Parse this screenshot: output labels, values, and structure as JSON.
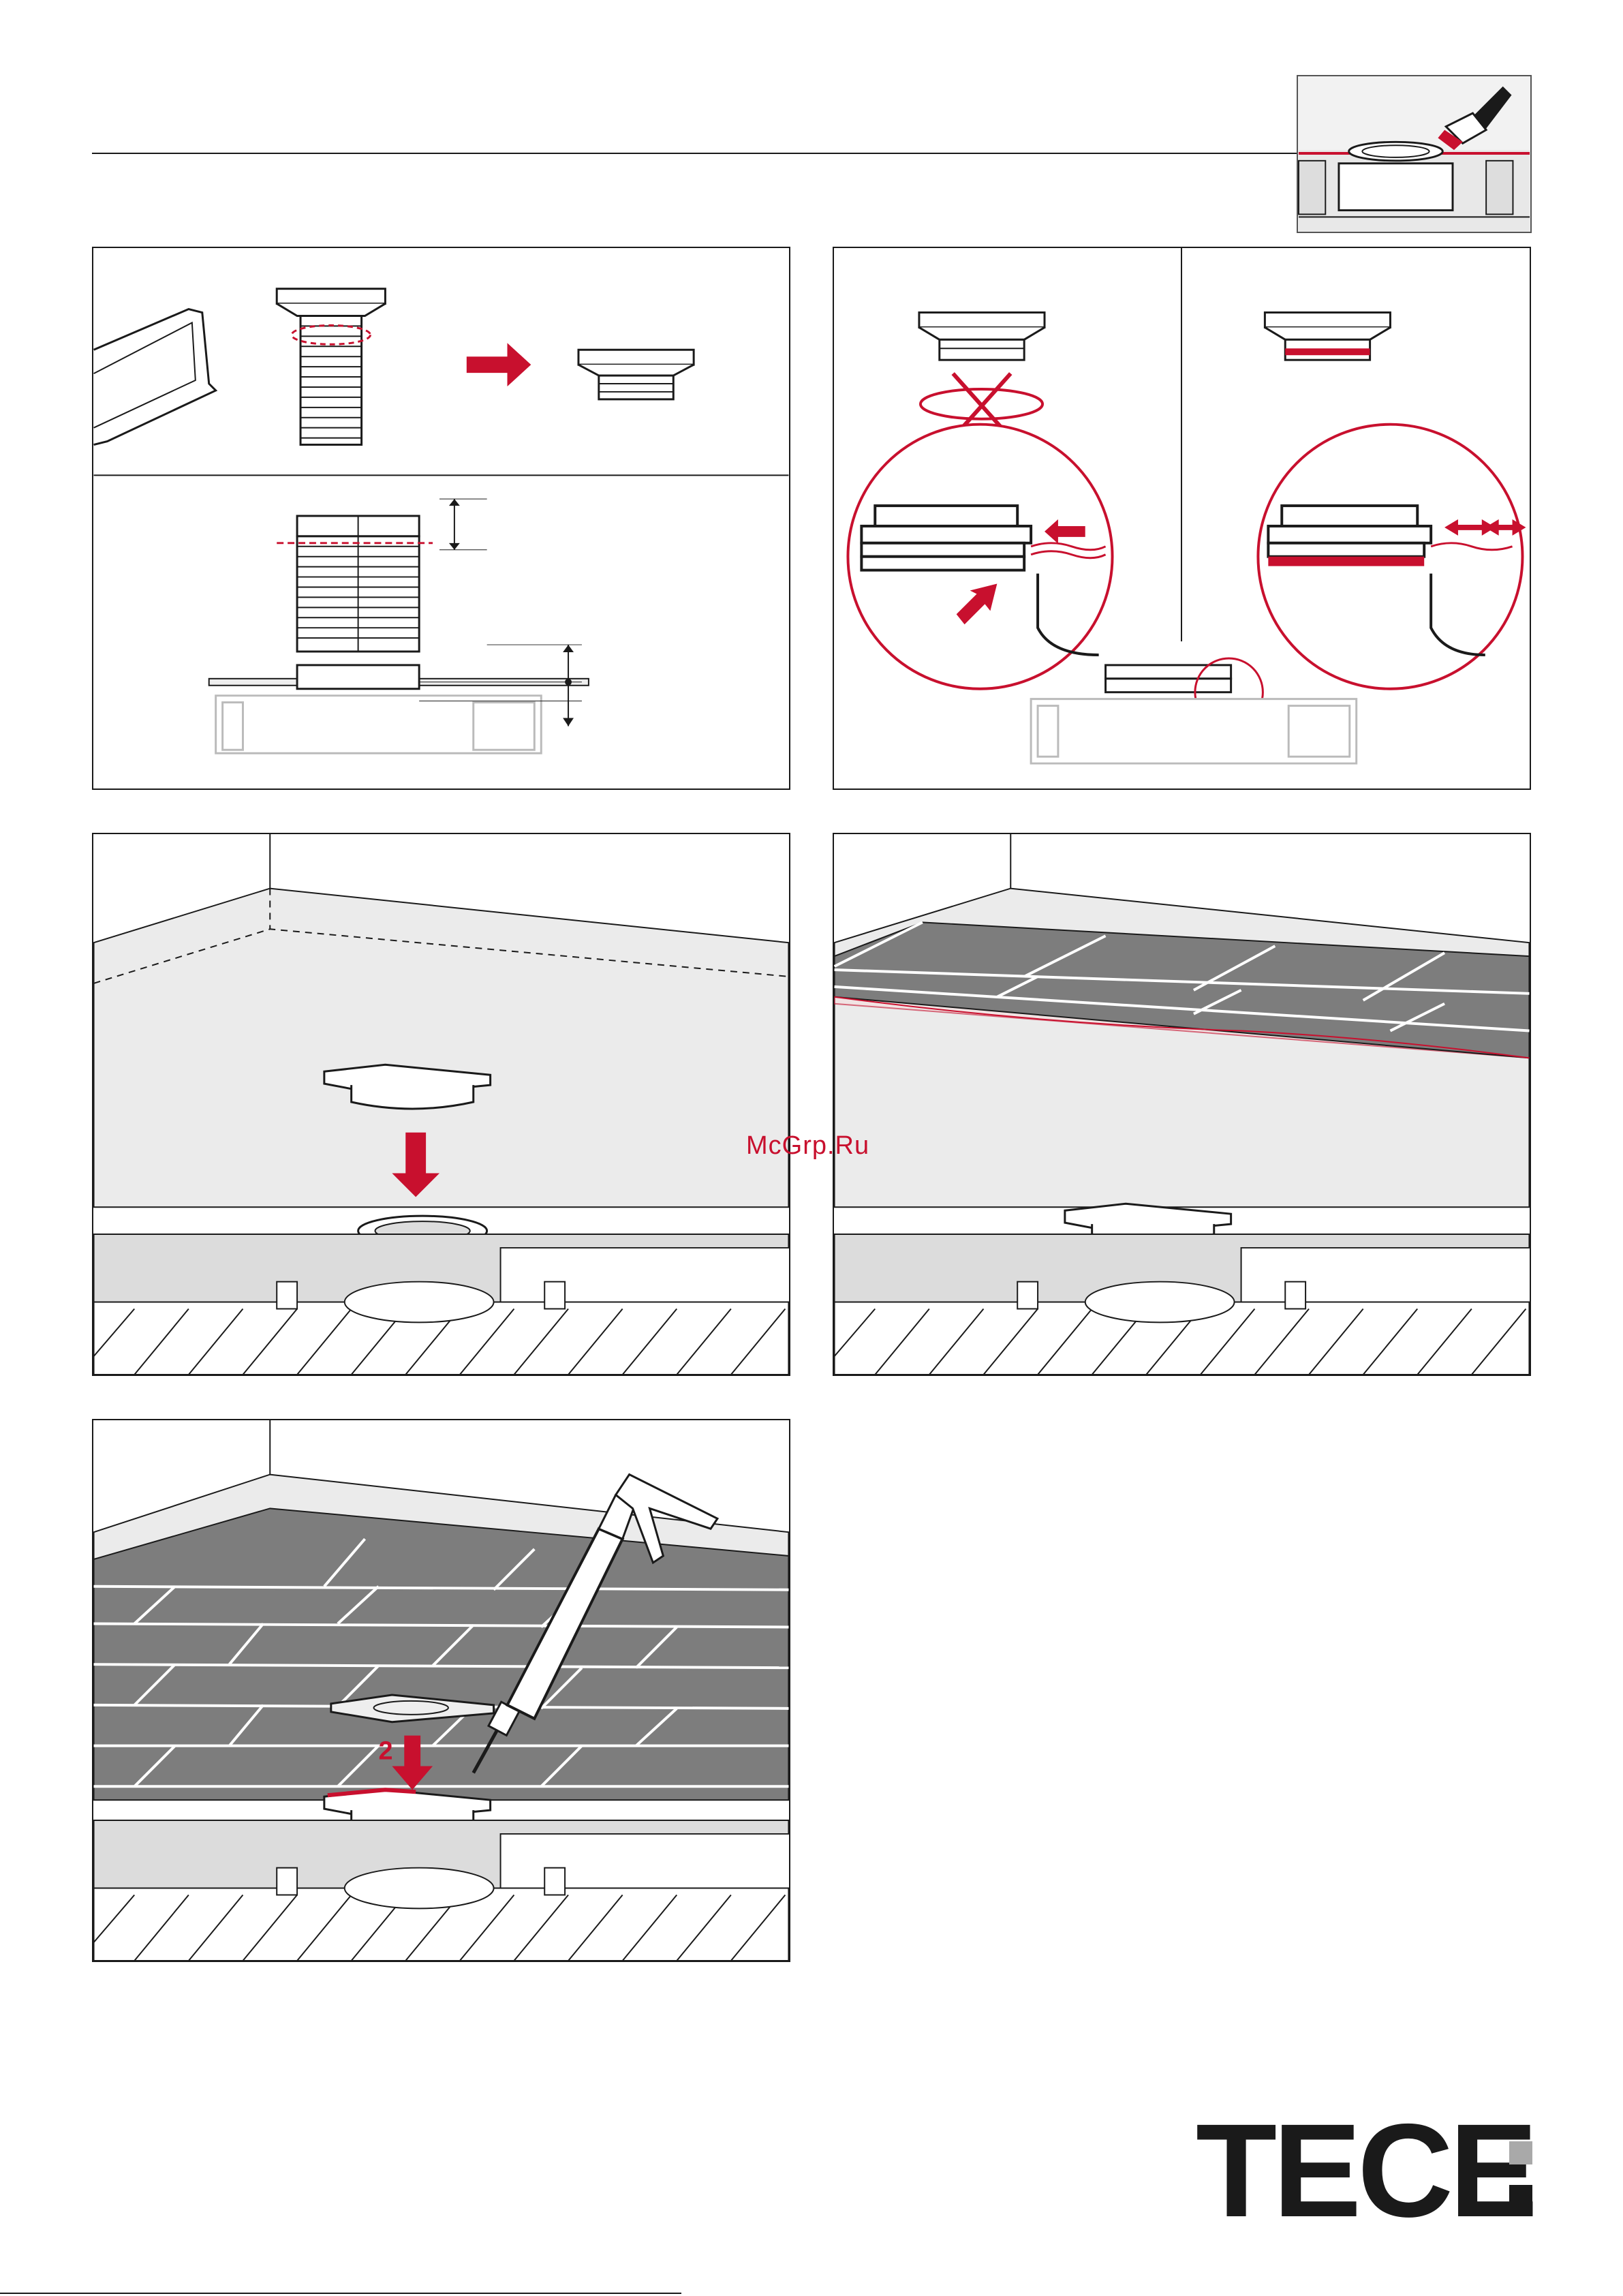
{
  "header": {
    "thumbnail_icon": "paint-brush-icon"
  },
  "panel1": {
    "icon": "saw-icon",
    "arrow_color": "#c8102e"
  },
  "panel2": {
    "wrong_icon": "cross-icon",
    "left_zoom_icon": "magnifier-icon",
    "right_zoom_icon": "magnifier-icon"
  },
  "panel5": {
    "step_number": "2",
    "tool_icon": "caulk-gun-icon"
  },
  "watermark": "McGrp.Ru",
  "logo": {
    "text": "TECE",
    "accent_gray": "#a9a9a9",
    "accent_dark": "#1a1a1a"
  },
  "colors": {
    "accent": "#c8102e",
    "line": "#1a1a1a",
    "tile": "#7d7d7d",
    "floor": "#e6e6e6"
  }
}
